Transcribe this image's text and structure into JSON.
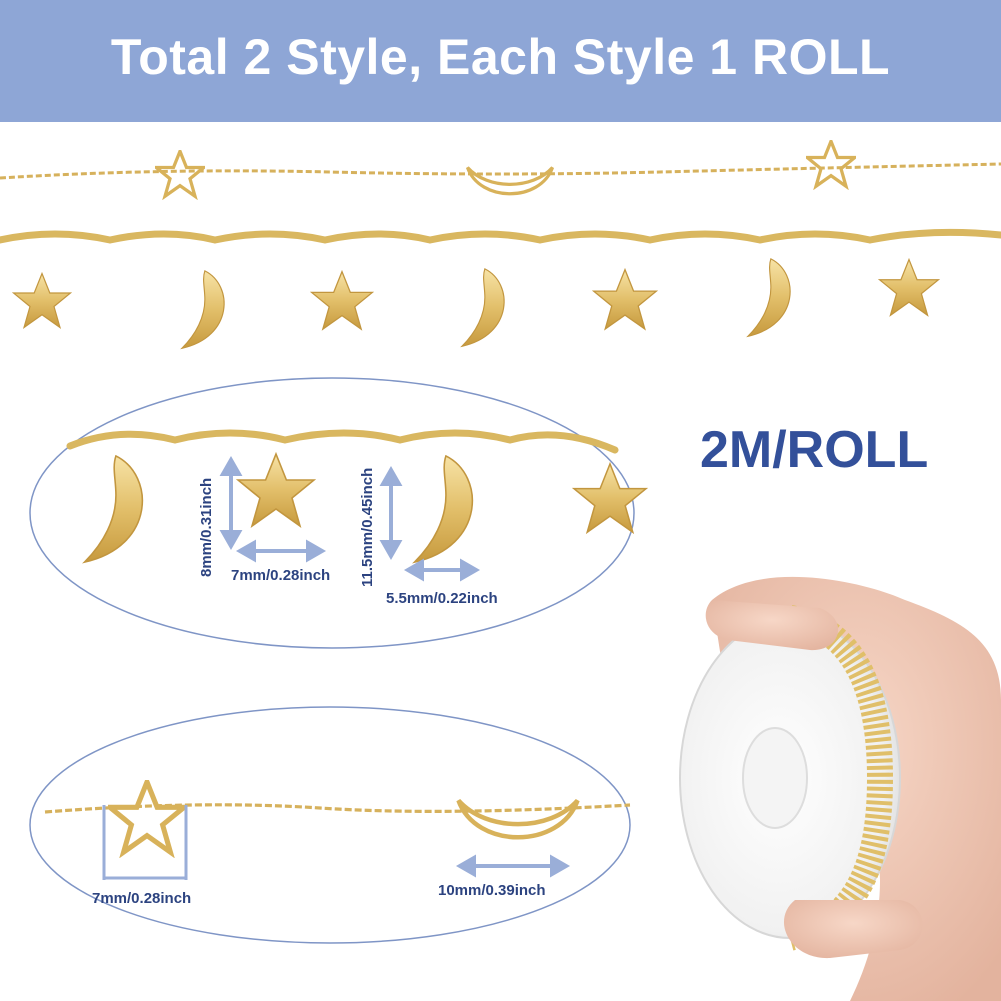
{
  "banner": {
    "title": "Total 2 Style, Each Style 1 ROLL"
  },
  "roll_label": "2M/ROLL",
  "style1_dims": {
    "star_height": "8mm/0.31inch",
    "star_width": "7mm/0.28inch",
    "moon_height": "11.5mm/0.45inch",
    "moon_width": "5.5mm/0.22inch"
  },
  "style2_dims": {
    "star_width": "7mm/0.28inch",
    "moon_width": "10mm/0.39inch"
  },
  "colors": {
    "banner": "#8ea6d6",
    "gold": "#e2bf6a",
    "gold_dark": "#b98f38",
    "accent": "#33509a",
    "arrow": "#9aaed8",
    "ellipse_stroke": "#7f95c6"
  }
}
